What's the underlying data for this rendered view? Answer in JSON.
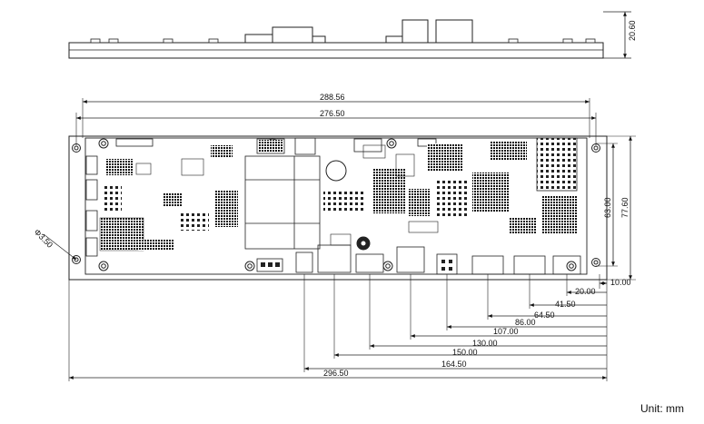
{
  "drawing": {
    "unit_label": "Unit: mm",
    "side_view": {
      "height_label": "20.60"
    },
    "top_view": {
      "overall_length": "288.56",
      "hole_spacing": "276.50",
      "height_inner": "63.00",
      "height_overall": "77.60",
      "hole_diameter": "Φ3.50"
    },
    "bottom_dims": [
      "10.00",
      "20.00",
      "41.50",
      "64.50",
      "86.00",
      "107.00",
      "130.00",
      "150.00",
      "164.50",
      "296.50"
    ]
  }
}
